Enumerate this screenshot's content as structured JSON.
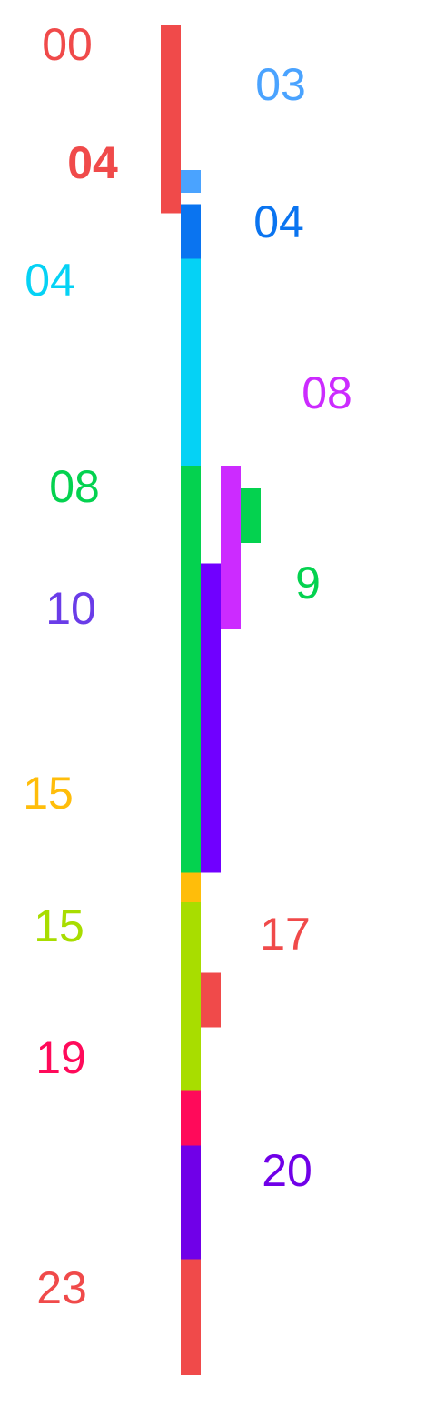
{
  "chart_data": {
    "type": "timeline",
    "title": "",
    "xlabel": "",
    "ylabel": "",
    "grid": false,
    "legend": "none",
    "segments": [
      {
        "label": "00",
        "color": "#f04a4a",
        "bold": false,
        "track": 0,
        "start": 0.0,
        "end": 4.15
      },
      {
        "label": "03",
        "color": "#4aa3ff",
        "bold": false,
        "track": 1,
        "start": 3.2,
        "end": 3.7
      },
      {
        "label": "04",
        "color": "#f04a4a",
        "bold": true,
        "track": null,
        "start": null,
        "end": null
      },
      {
        "label": "04",
        "color": "#0a74f0",
        "bold": false,
        "track": 1,
        "start": 3.95,
        "end": 5.15
      },
      {
        "label": "04",
        "color": "#05d2f5",
        "bold": false,
        "track": 1,
        "start": 5.15,
        "end": 9.7
      },
      {
        "label": "08",
        "color": "#cc2bff",
        "bold": false,
        "track": 3,
        "start": 9.7,
        "end": 13.3
      },
      {
        "label": "08",
        "color": "#04d24f",
        "bold": false,
        "track": 1,
        "start": 9.7,
        "end": 11.85
      },
      {
        "label": "9",
        "color": "#04d24f",
        "bold": false,
        "track": 4,
        "start": 10.2,
        "end": 11.4
      },
      {
        "label": "10",
        "color": "#7000ff",
        "bold": false,
        "track": 2,
        "start": 11.85,
        "end": 18.65
      },
      {
        "label": "10",
        "color": "#04d24f",
        "bold": false,
        "track": 1,
        "start": 11.85,
        "end": 18.65
      },
      {
        "label": "15",
        "color": "#ffbd0a",
        "bold": false,
        "track": 1,
        "start": 18.65,
        "end": 19.3
      },
      {
        "label": "15",
        "color": "#a8dd00",
        "bold": false,
        "track": 1,
        "start": 19.3,
        "end": 23.45
      },
      {
        "label": "17",
        "color": "#f04a4a",
        "bold": false,
        "track": 2,
        "start": 20.85,
        "end": 22.05
      },
      {
        "label": "19",
        "color": "#ff0a5a",
        "bold": false,
        "track": 1,
        "start": 23.45,
        "end": 24.65
      },
      {
        "label": "20",
        "color": "#7000e8",
        "bold": false,
        "track": 1,
        "start": 24.65,
        "end": 27.15
      },
      {
        "label": "23",
        "color": "#f04a4a",
        "bold": false,
        "track": 1,
        "start": 27.15,
        "end": 29.7
      }
    ]
  },
  "labels": [
    {
      "text": "00",
      "color": "#f04a4a",
      "bold": false
    },
    {
      "text": "03",
      "color": "#4aa3ff",
      "bold": false
    },
    {
      "text": "04",
      "color": "#f04a4a",
      "bold": true
    },
    {
      "text": "04",
      "color": "#0a74f0",
      "bold": false
    },
    {
      "text": "04",
      "color": "#05d2f5",
      "bold": false
    },
    {
      "text": "08",
      "color": "#cc2bff",
      "bold": false
    },
    {
      "text": "08",
      "color": "#04d24f",
      "bold": false
    },
    {
      "text": "9",
      "color": "#04d24f",
      "bold": false
    },
    {
      "text": "10",
      "color": "#6a3ce8",
      "bold": false
    },
    {
      "text": "15",
      "color": "#ffbd0a",
      "bold": false
    },
    {
      "text": "15",
      "color": "#a8dd00",
      "bold": false
    },
    {
      "text": "17",
      "color": "#f04a4a",
      "bold": false
    },
    {
      "text": "19",
      "color": "#ff0a5a",
      "bold": false
    },
    {
      "text": "20",
      "color": "#7000e8",
      "bold": false
    },
    {
      "text": "23",
      "color": "#f04a4a",
      "bold": false
    }
  ]
}
